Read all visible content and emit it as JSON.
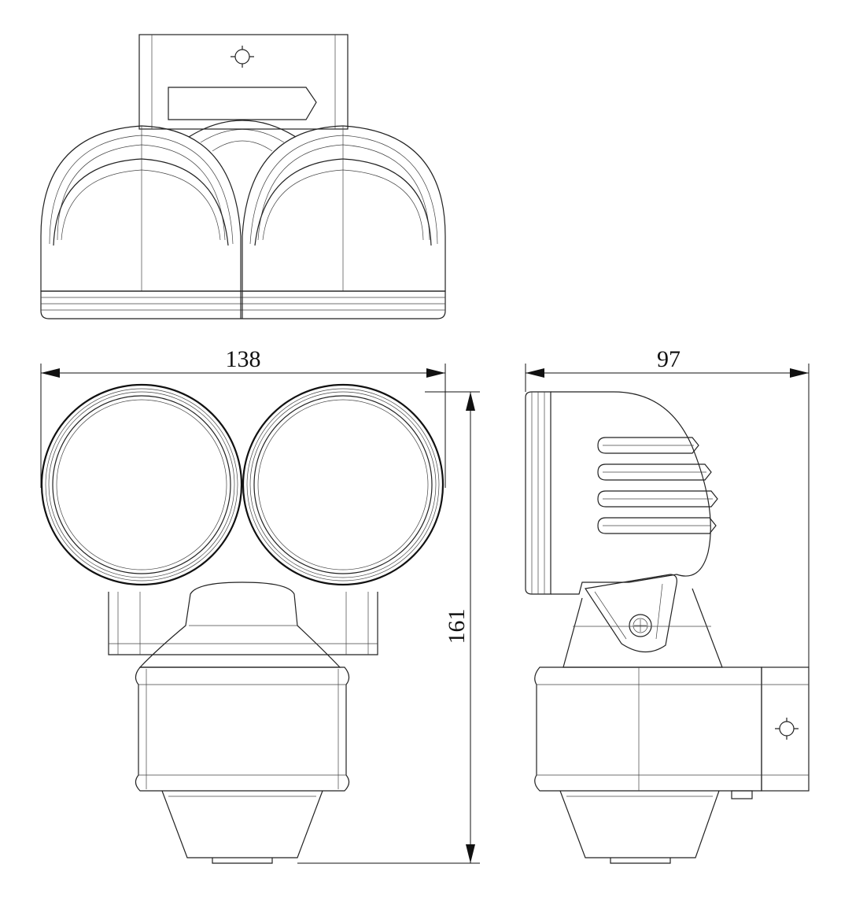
{
  "dimensions": {
    "front_width": "138",
    "side_depth": "97",
    "total_height": "161"
  }
}
